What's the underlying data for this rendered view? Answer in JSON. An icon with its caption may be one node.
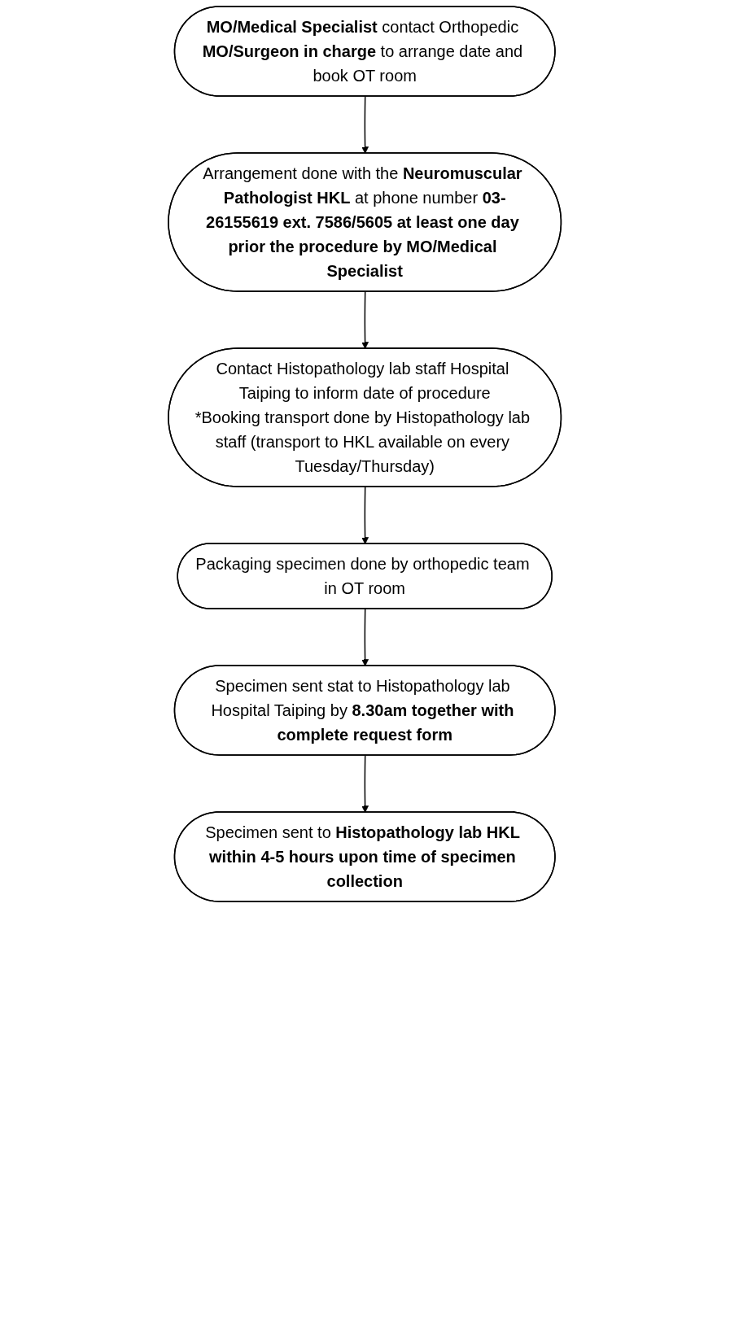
{
  "diagram": {
    "nodes": [
      {
        "text": [
          "**MO/Medical Specialist** contact Orthopedic **MO/Surgeon in charge** to arrange date and book OT room"
        ]
      },
      {
        "text": [
          "Arrangement done with the **Neuromuscular Pathologist HKL** at phone number **03-26155619 ext. 7586/5605 at least one day prior the procedure by MO/Medical Specialist**"
        ]
      },
      {
        "text": [
          "Contact Histopathology lab staff Hospital Taiping to inform date of procedure",
          "*Booking transport done by Histopathology lab staff (transport to HKL available on every Tuesday/Thursday)"
        ]
      },
      {
        "text": [
          "Packaging specimen done by orthopedic team in OT room"
        ]
      },
      {
        "text": [
          "Specimen sent stat to Histopathology lab Hospital Taiping by **8.30am together with complete request form**"
        ]
      },
      {
        "text": [
          "Specimen sent to **Histopathology lab HKL within 4-5 hours upon time of specimen collection**"
        ]
      }
    ],
    "edges": [
      {
        "from": 0,
        "to": 1,
        "arrow": "to"
      },
      {
        "from": 1,
        "to": 2,
        "arrow": "to"
      },
      {
        "from": 2,
        "to": 3,
        "arrow": "to"
      },
      {
        "from": 3,
        "to": 4,
        "arrow": "to"
      },
      {
        "from": 4,
        "to": 5,
        "arrow": "to"
      }
    ]
  }
}
